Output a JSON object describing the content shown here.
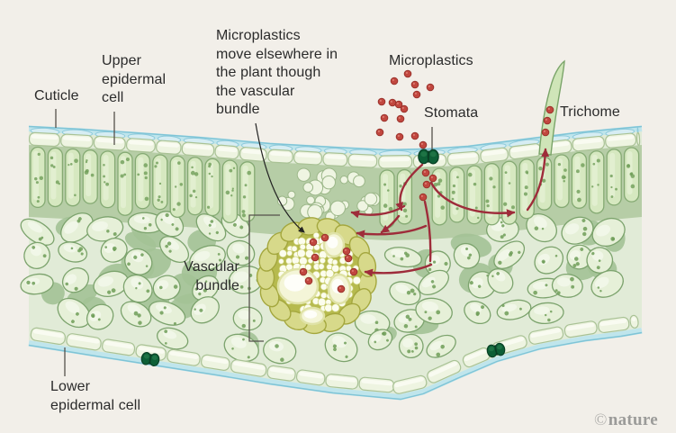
{
  "figure": {
    "description": "Cross-section of a leaf showing microplastics entering through stomata and trichome and moving to the vascular bundle"
  },
  "labels": {
    "cuticle": "Cuticle",
    "upper_epidermal": "Upper\nepidermal\ncell",
    "microplastics_move": "Microplastics\nmove elsewhere in\nthe plant though\nthe vascular\nbundle",
    "microplastics": "Microplastics",
    "stomata": "Stomata",
    "trichome": "Trichome",
    "vascular_bundle": "Vascular\nbundle",
    "lower_epidermal": "Lower\nepidermal cell"
  },
  "credit": {
    "symbol": "©",
    "name": "nature"
  },
  "colors": {
    "bg": "#f2efe9",
    "leaf": "#e1ebd7",
    "palisade_band": "#b6cda6",
    "cell_fill": "#e6f0d8",
    "cell_stroke": "#7ca36d",
    "speckle": "#6f9e58",
    "shadow": "#a3c296",
    "palisade_fill": "#d6e8c0",
    "palisade_stroke": "#85aa73",
    "epidermis_fill": "#eef4e1",
    "epidermis_stroke": "#a9c295",
    "epidermis_hl": "#fafcf3",
    "cuticle_band": "#bfe5ec",
    "cuticle_line": "#7fc4d6",
    "cuticle_bump": "#d6edf3",
    "cuticle_bump_stroke": "#8ccadb",
    "small_cell_fill": "#eff5e2",
    "small_cell_stroke": "#9cb789",
    "bundle_ring_fill": "#d7d98a",
    "bundle_ring_stroke": "#a4a73e",
    "bundle_bg": "#b6ba4e",
    "bundle_cell": "#fcfdee",
    "bundle_cell_stroke": "#ced279",
    "xylem_fill": "#f4f5d8",
    "xylem_stroke": "#dfe2a6",
    "stomata_fill": "#0d5f36",
    "stomata_stroke": "#093f24",
    "stomata_hl": "#2d8352",
    "trichome_fill": "#cfe5b8",
    "trichome_stroke": "#7aa469",
    "dot_fill": "#c1473f",
    "dot_stroke": "#9a322c",
    "arrow_red": "#9e2c3a",
    "arrow_black": "#222222",
    "pointer": "#55514b",
    "text": "#2b2b2b",
    "credit": "#9b9b99"
  }
}
